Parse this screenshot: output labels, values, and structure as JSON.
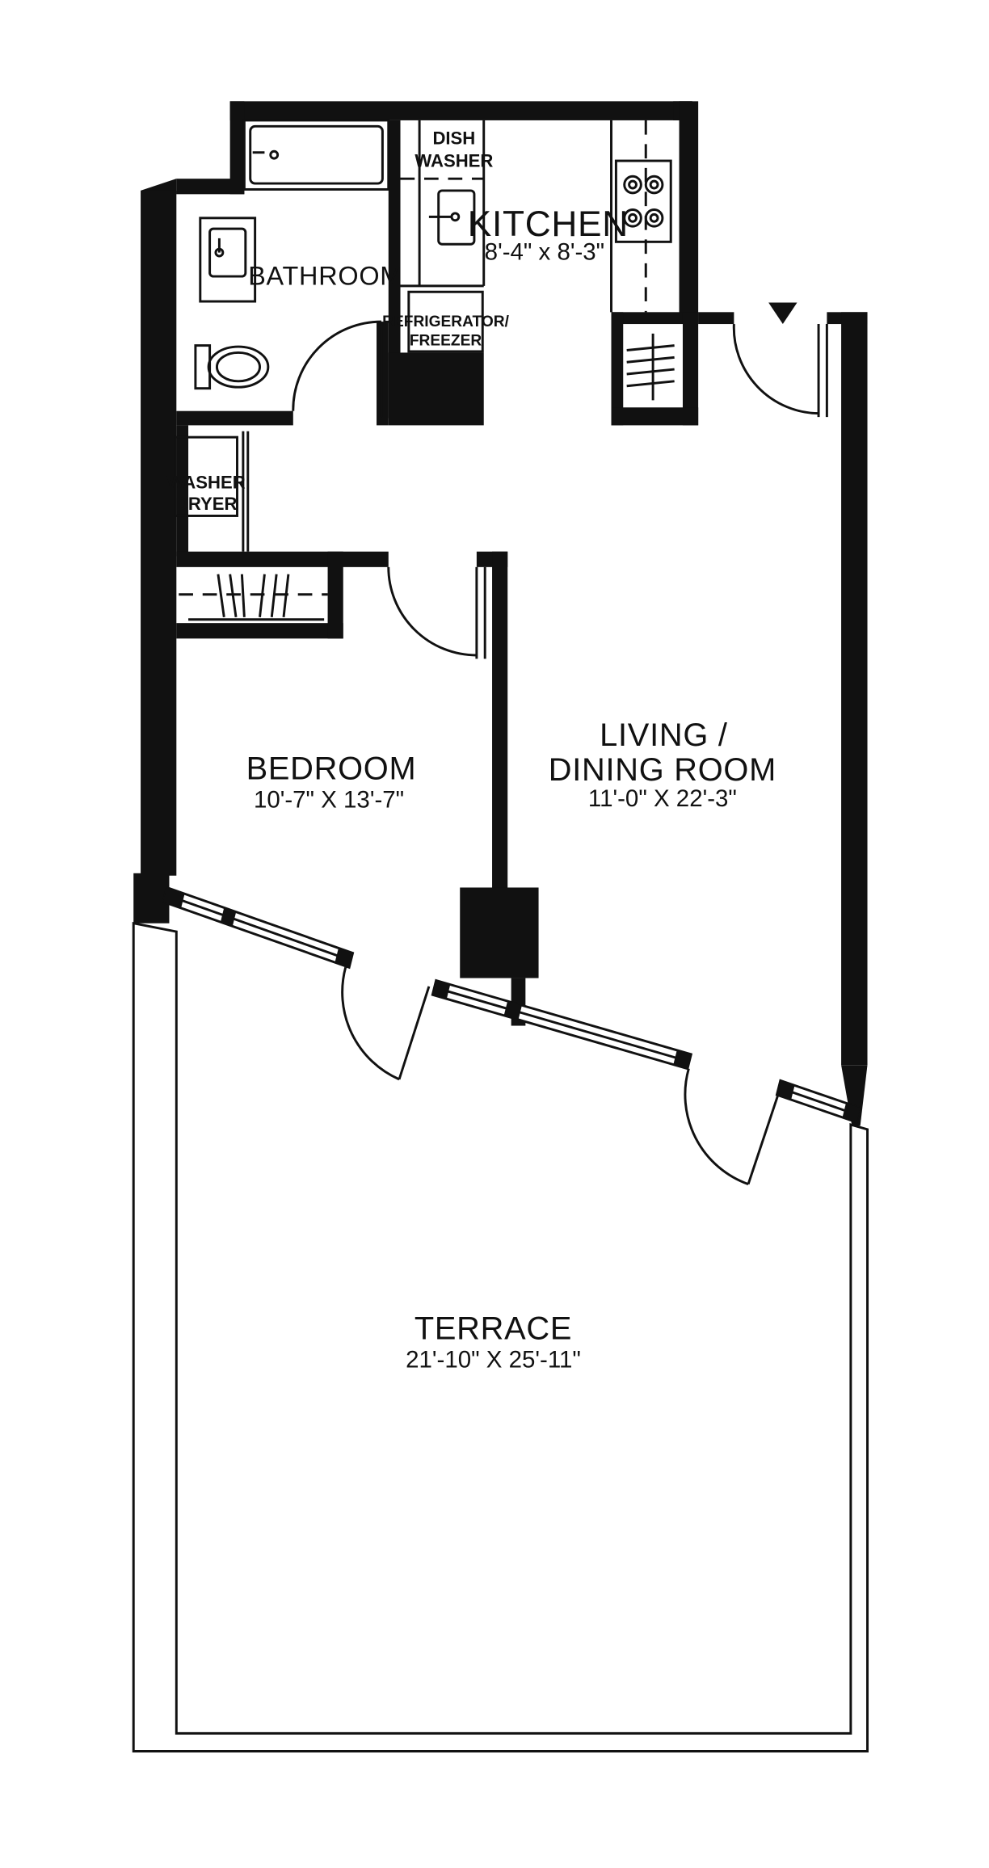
{
  "rooms": {
    "kitchen": {
      "name": "KITCHEN",
      "dimensions": "8'-4\" x 8'-3\""
    },
    "bathroom": {
      "name": "BATHROOM"
    },
    "bedroom": {
      "name": "BEDROOM",
      "dimensions": "10'-7\" X 13'-7\""
    },
    "living": {
      "name_line1": "LIVING /",
      "name_line2": "DINING ROOM",
      "dimensions": "11'-0\" X 22'-3\""
    },
    "terrace": {
      "name": "TERRACE",
      "dimensions": "21'-10\" X 25'-11\""
    }
  },
  "fixtures": {
    "dishwasher_line1": "DISH",
    "dishwasher_line2": "WASHER",
    "refrigerator_line1": "REFRIGERATOR/",
    "refrigerator_line2": "FREEZER",
    "washer_dryer_line1": "WASHER",
    "washer_dryer_line2": "DRYER"
  },
  "colors": {
    "walls": "#111111",
    "background": "#ffffff"
  }
}
